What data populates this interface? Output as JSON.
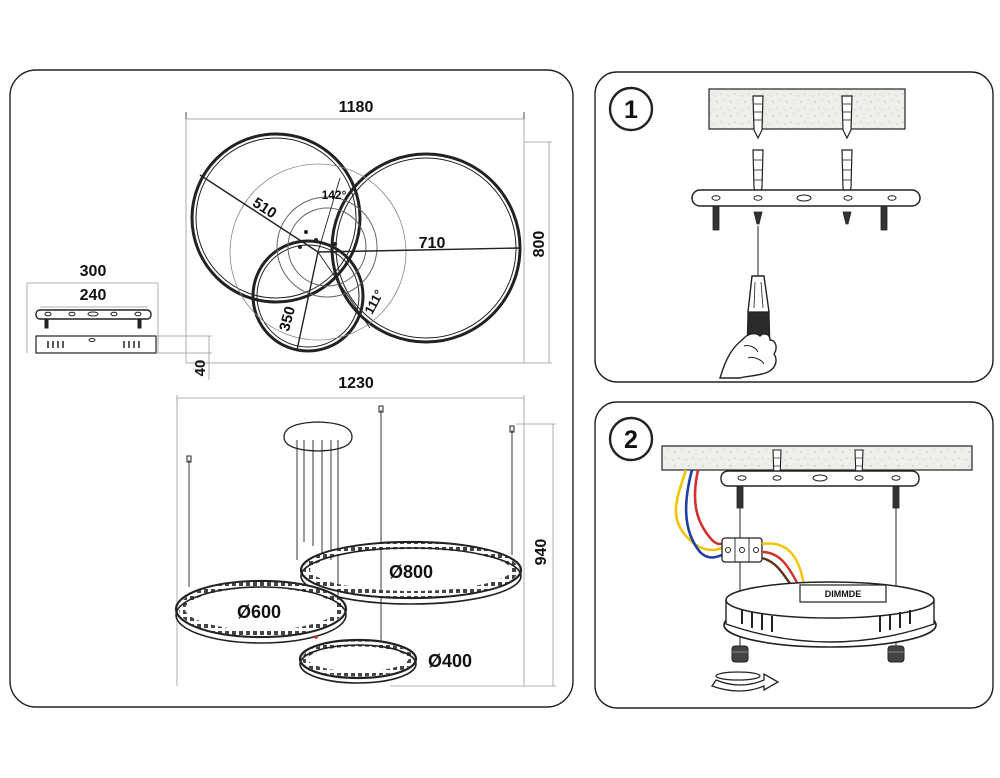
{
  "dims": {
    "top_width": "1180",
    "r_big": "710",
    "r_left": "510",
    "r_small": "350",
    "angle_top": "142°",
    "angle_bottom": "111°",
    "height_top": "800",
    "plate_outer": "300",
    "plate_inner": "240",
    "plate_height": "40",
    "hang_width": "1230",
    "hang_height": "940",
    "ring_large": "Ø800",
    "ring_medium": "Ø600",
    "ring_small": "Ø400"
  },
  "steps": {
    "step1": "1",
    "step2": "2"
  },
  "labels": {
    "driver": "DIMMDE"
  },
  "colors": {
    "line": "#222222",
    "wire_red": "#d32f2f",
    "wire_blue": "#1e3fa8",
    "wire_yellow": "#f2c400",
    "wire_brown": "#5a3418"
  }
}
